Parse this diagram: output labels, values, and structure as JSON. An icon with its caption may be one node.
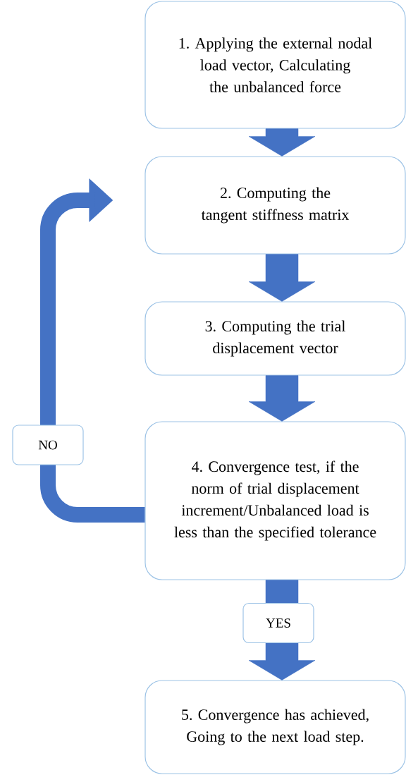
{
  "diagram": {
    "nodes": [
      {
        "text": [
          "1. Applying the external nodal load vector, Calculating the unbalanced force"
        ]
      },
      {
        "text": [
          "2. Computing the tangent stiffness matrix"
        ]
      },
      {
        "text": [
          "3. Computing the trial displacement vector"
        ]
      },
      {
        "text": [
          "4. Convergence test, if the norm of trial displacement increment/Unbalanced load is less than the specified tolerance"
        ]
      },
      {
        "text": [
          "5. Convergence has achieved, Going to the next load step."
        ]
      }
    ],
    "edges": [
      {
        "from": 0,
        "to": 1,
        "arrow": "to"
      },
      {
        "from": 1,
        "to": 2,
        "arrow": "to"
      },
      {
        "from": 2,
        "to": 3,
        "arrow": "to"
      },
      {
        "from": 3,
        "to": 4,
        "arrow": "to",
        "label": "YES"
      },
      {
        "from": 3,
        "to": 1,
        "arrow": "to",
        "label": "NO"
      }
    ]
  }
}
